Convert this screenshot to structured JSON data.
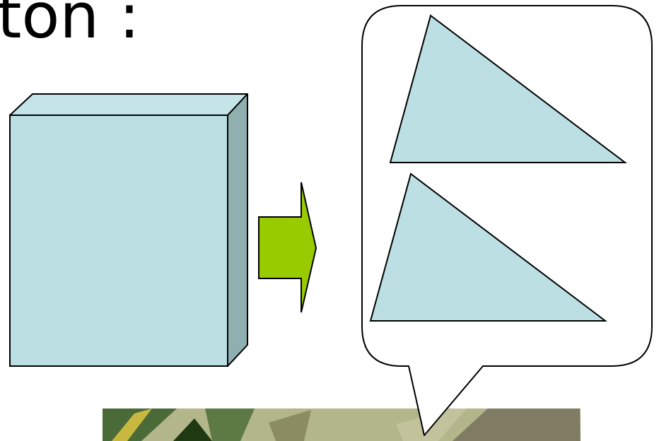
{
  "slide": {
    "title_fragment": "ton :"
  },
  "colors": {
    "shape_fill": "#bcdfe3",
    "box_top_face": "#c5e4e8",
    "box_side_face": "#8fafb1",
    "arrow_fill": "#99cc00",
    "outline": "#000000",
    "callout_fill": "#ffffff",
    "pattern_green": "#4a6a38",
    "pattern_olive": "#b3b58a",
    "pattern_yellow": "#c8b840",
    "pattern_gray": "#8a8a6a"
  },
  "icons": {
    "box": "3d-rectangular-prism-shape",
    "arrow": "right-arrow-shape",
    "callout": "speech-bubble-shape",
    "triangle": "triangle-shape",
    "pattern": "decorative-camouflage-pattern"
  }
}
